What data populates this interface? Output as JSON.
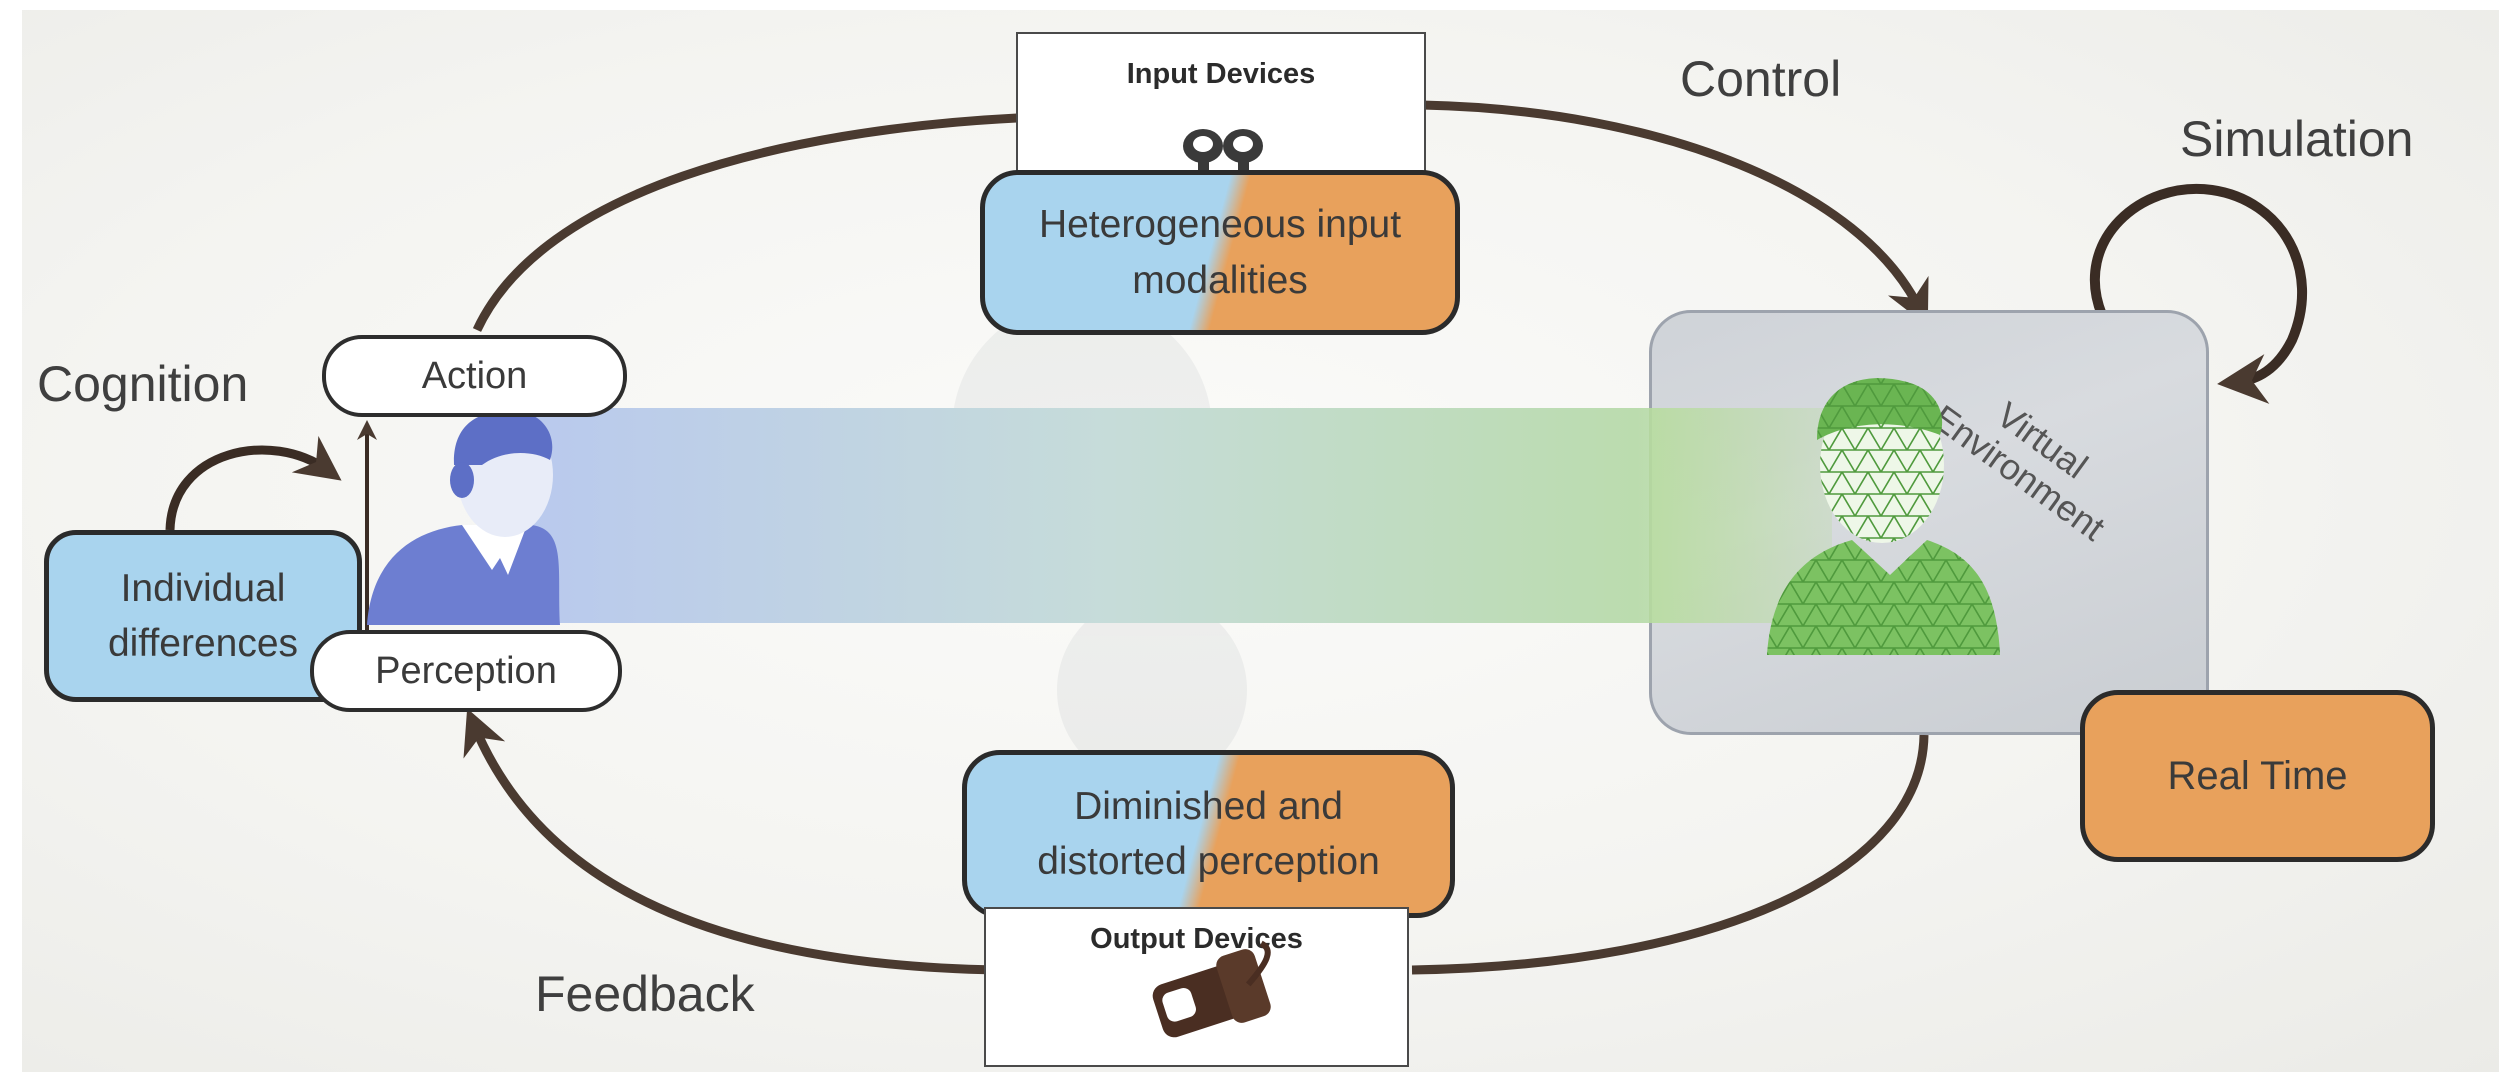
{
  "labels": {
    "control": "Control",
    "simulation": "Simulation",
    "cognition": "Cognition",
    "feedback": "Feedback"
  },
  "boxes": {
    "action": "Action",
    "perception": "Perception",
    "individual_differences_line1": "Individual",
    "individual_differences_line2": "differences",
    "heterogeneous_line1": "Heterogeneous input",
    "heterogeneous_line2": "modalities",
    "diminished_line1": "Diminished and",
    "diminished_line2": "distorted perception",
    "real_time": "Real Time"
  },
  "devices": {
    "input_title": "Input Devices",
    "output_title": "Output Devices"
  },
  "virtual_environment": {
    "line1": "Virtual",
    "line2": "Environment"
  },
  "colors": {
    "blue": "#a9d4ee",
    "orange": "#e8a15c",
    "arrow": "#4a3a30",
    "user_figure": "#6d7ed1",
    "avatar_figure": "#7cc262"
  }
}
